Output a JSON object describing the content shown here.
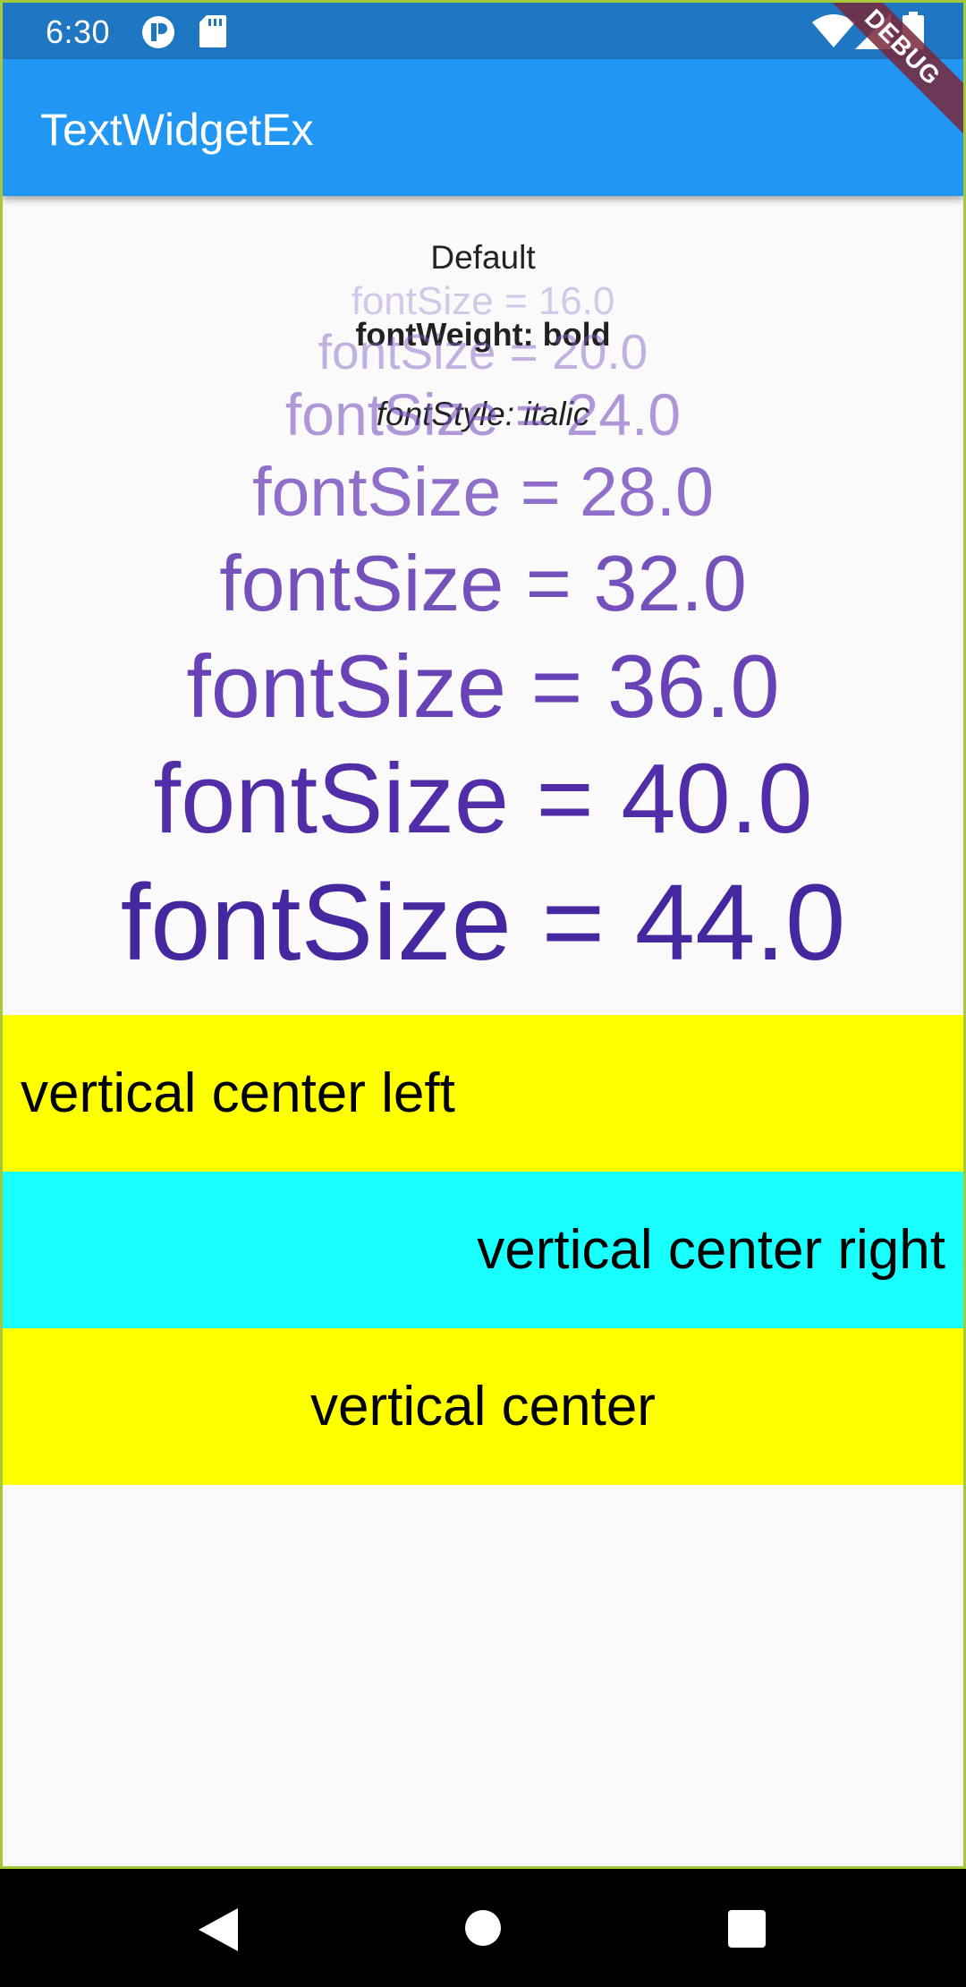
{
  "status_bar": {
    "time": "6:30",
    "icons": [
      "app-notification-icon",
      "sd-card-icon",
      "wifi-icon",
      "signal-icon",
      "battery-icon"
    ]
  },
  "app_bar": {
    "title": "TextWidgetEx",
    "debug_banner": "DEBUG",
    "color": "#2196f3"
  },
  "samples": {
    "default": "Default",
    "bold": "fontWeight: bold",
    "italic": "fontStyle: italic"
  },
  "font_sizes": [
    {
      "label": "fontSize = 16.0",
      "size": 16
    },
    {
      "label": "fontSize = 20.0",
      "size": 20
    },
    {
      "label": "fontSize = 24.0",
      "size": 24
    },
    {
      "label": "fontSize = 28.0",
      "size": 28
    },
    {
      "label": "fontSize = 32.0",
      "size": 32
    },
    {
      "label": "fontSize = 36.0",
      "size": 36
    },
    {
      "label": "fontSize = 40.0",
      "size": 40
    },
    {
      "label": "fontSize = 44.0",
      "size": 44
    }
  ],
  "alignment_rows": [
    {
      "label": "vertical center left",
      "align": "left",
      "color": "#ffff00"
    },
    {
      "label": "vertical center right",
      "align": "right",
      "color": "#18ffff"
    },
    {
      "label": "vertical center",
      "align": "center",
      "color": "#ffff00"
    }
  ],
  "nav_bar": {
    "buttons": [
      "back-icon",
      "home-icon",
      "recents-icon"
    ]
  }
}
